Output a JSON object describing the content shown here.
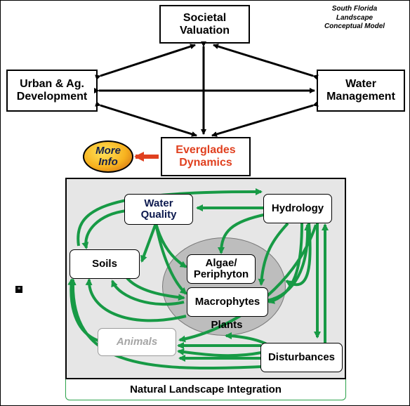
{
  "caption": "South Florida\nLandscape\nConceptual Model",
  "top_boxes": {
    "societal": "Societal\nValuation",
    "urban": "Urban & Ag.\nDevelopment",
    "water_mgmt": "Water\nManagement",
    "everglades": "Everglades\nDynamics"
  },
  "more_info": "More\nInfo",
  "nodes": {
    "water_quality": "Water\nQuality",
    "hydrology": "Hydrology",
    "soils": "Soils",
    "algae": "Algae/\nPeriphyton",
    "macrophytes": "Macrophytes",
    "plants": "Plants",
    "animals": "Animals",
    "disturbances": "Disturbances"
  },
  "integration_label": "Natural Landscape Integration",
  "colors": {
    "arrow_green": "#179a45",
    "everglades_red": "#e0401f",
    "more_info_arrow": "#e0401f",
    "animals_text": "#a6a6a6",
    "panel_gray": "#e6e6e6",
    "oval_gray": "#bdbdbd"
  }
}
